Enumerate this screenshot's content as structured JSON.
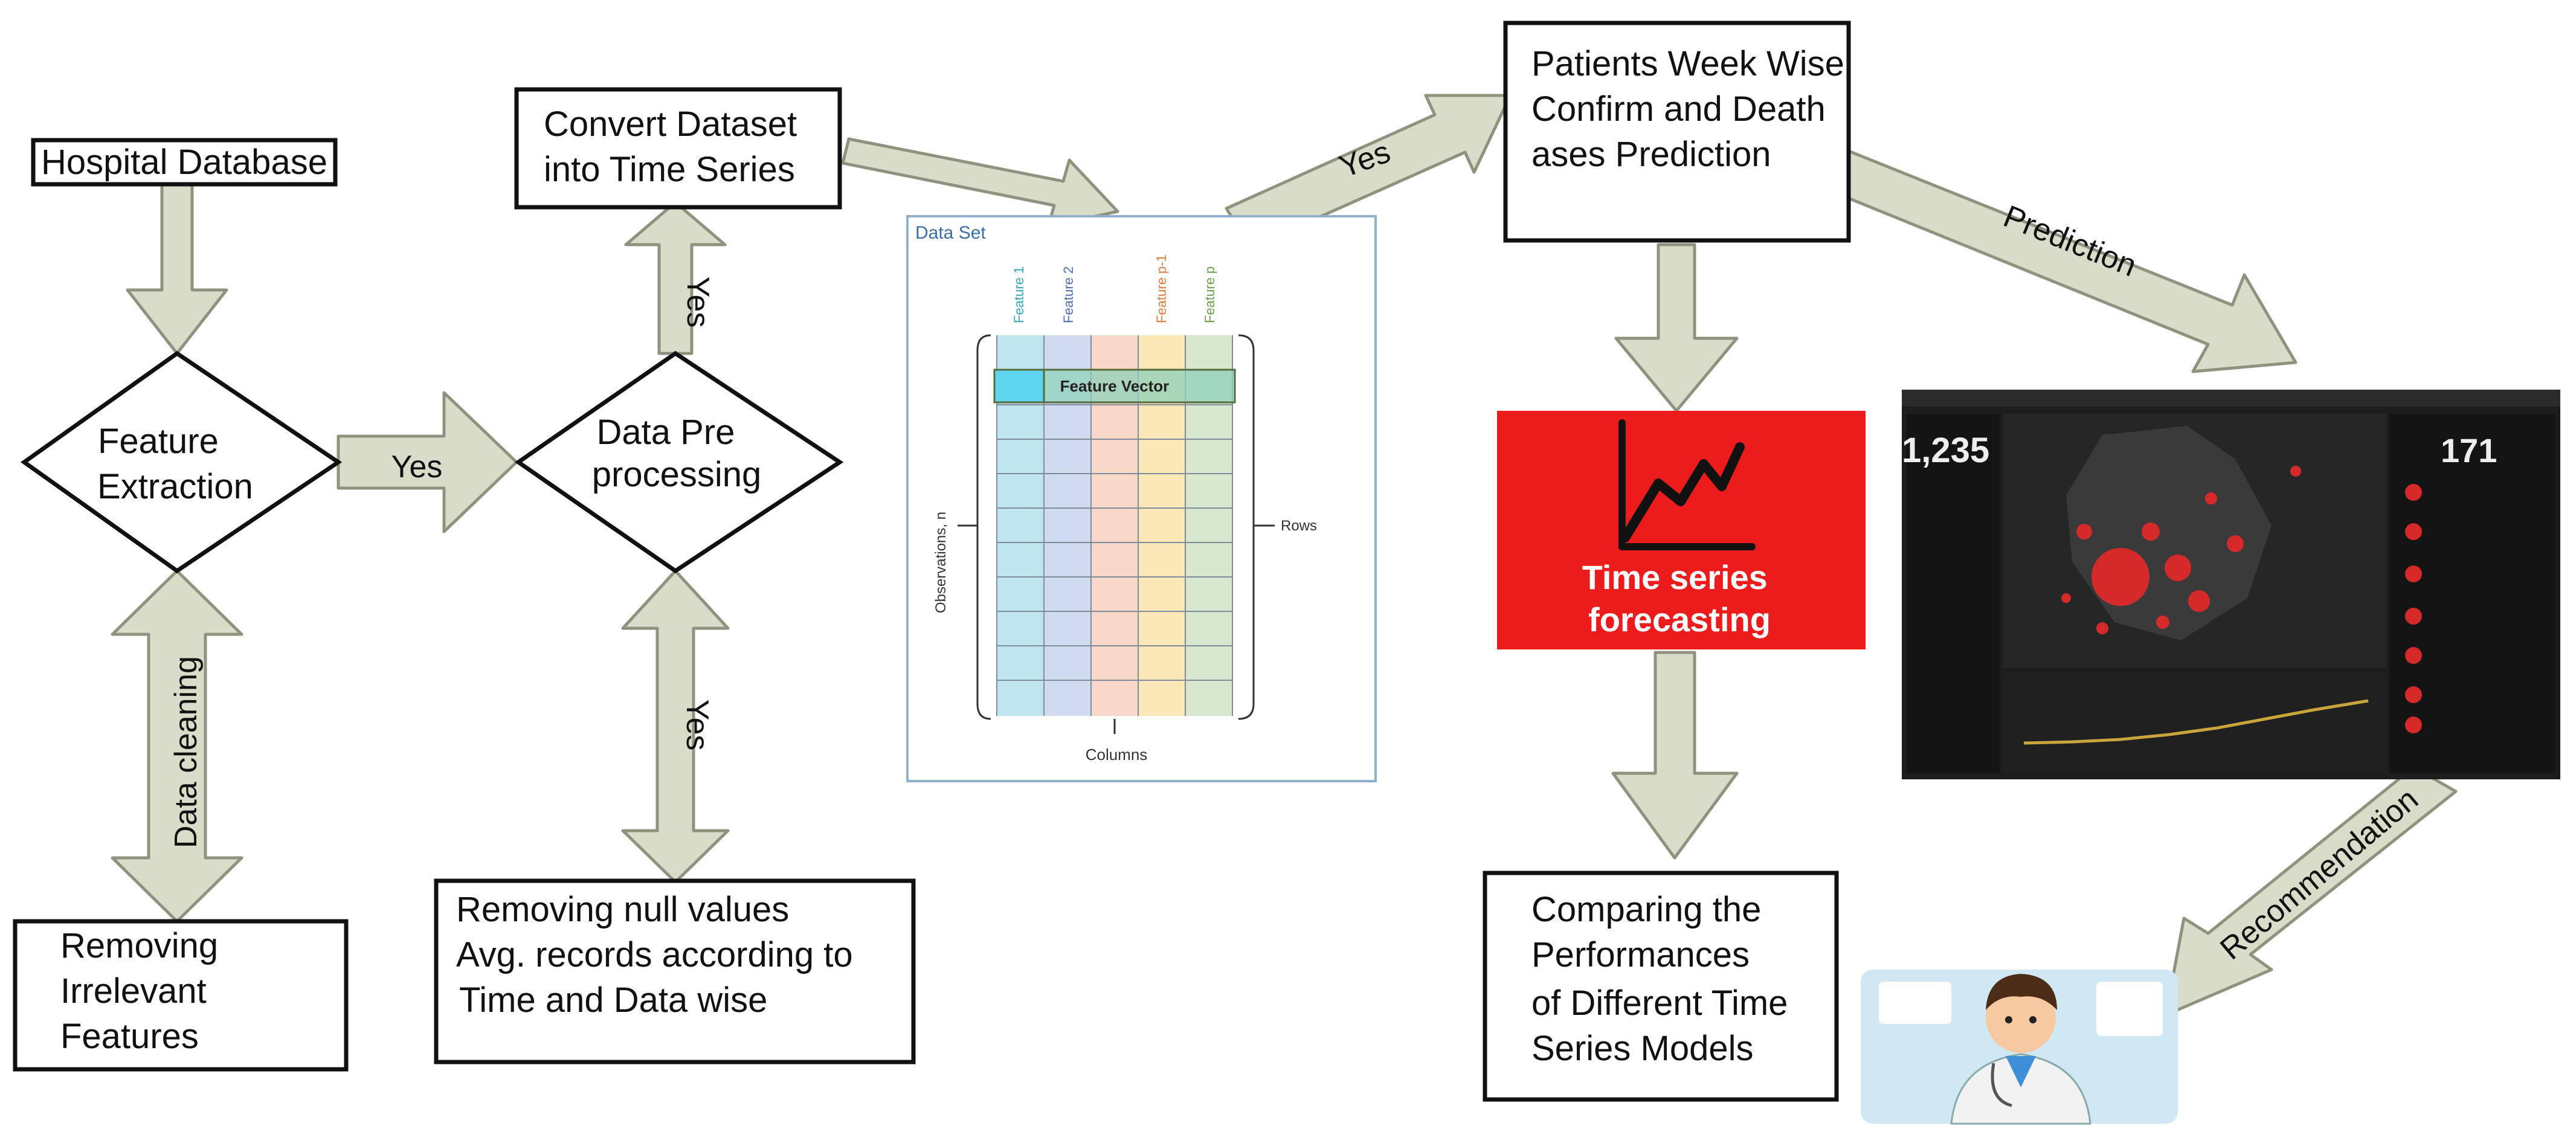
{
  "colors": {
    "arrow_fill": "#d9dcc9",
    "arrow_stroke": "#8f937e",
    "forecast_red": "#ec1c1c",
    "dashboard_bg": "#1d1d1d",
    "dashboard_dot": "#d42a2a",
    "feature_col_1": "#bfe6ef",
    "feature_col_2": "#cfdcef",
    "feature_col_3": "#f8d8c6",
    "feature_col_4": "#fbe6b5",
    "feature_col_5": "#d8e8cf"
  },
  "nodes": {
    "hospital_db": "Hospital Database",
    "feature_extraction": [
      "Feature",
      "Extraction"
    ],
    "removing_irrelevant": [
      "Removing",
      "Irrelevant",
      "Features"
    ],
    "data_preprocessing": [
      "Data Pre",
      "processing"
    ],
    "convert_dataset": [
      "Convert Dataset",
      "into Time Series"
    ],
    "removing_null": [
      "Removing null values",
      "Avg. records according to",
      "Time and Data wise"
    ],
    "patients_prediction": [
      "Patients Week Wise",
      "Confirm and Death",
      "ases Prediction"
    ],
    "time_series_forecasting": [
      "Time series",
      "forecasting"
    ],
    "comparing_models": [
      "Comparing the",
      "Performances",
      "of Different Time",
      "Series Models"
    ]
  },
  "edge_labels": {
    "yes_fe_to_dp": "Yes",
    "yes_dp_to_convert": "Yes",
    "yes_dp_to_null": "Yes",
    "data_cleaning": "Data cleaning",
    "yes_dataset_to_patients": "Yes",
    "prediction": "Prediction",
    "recommendation": "Recommendation"
  },
  "dataset": {
    "title": "Data Set",
    "feature_labels": [
      "Feature 1",
      "Feature 2",
      "Feature p-1",
      "Feature p"
    ],
    "feature_vector": "Feature Vector",
    "rows_label": "Rows",
    "observations_label": "Observations, n",
    "columns_label": "Columns"
  },
  "dashboard": {
    "left_number": "1,235",
    "right_number": "171"
  },
  "icons": {
    "forecast_chart": "trend-line-chart-icon",
    "doctor": "doctor-avatar-icon"
  }
}
